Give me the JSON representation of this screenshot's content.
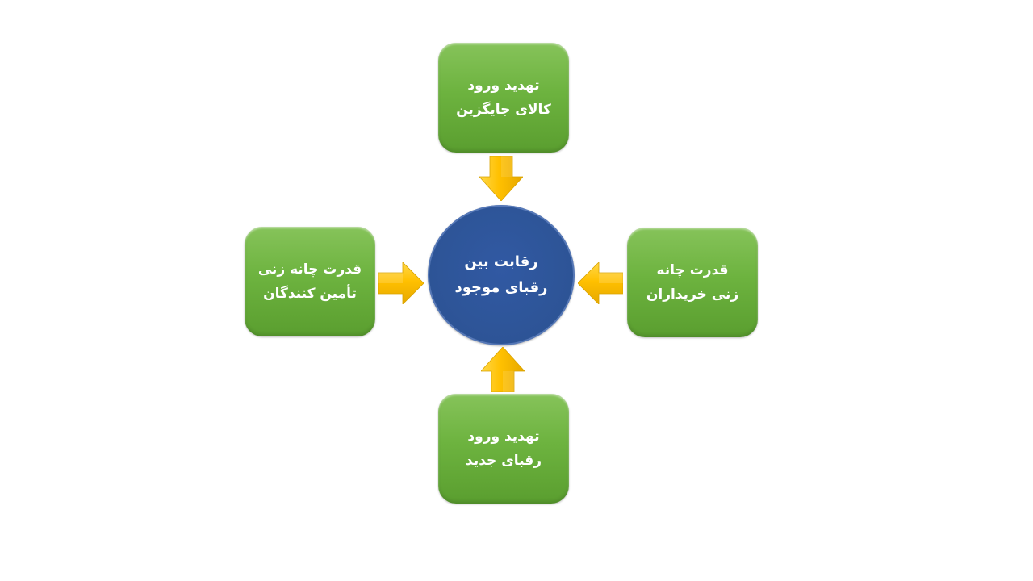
{
  "diagram": {
    "center": {
      "line1": "رقابت بین",
      "line2": "رقبای موجود",
      "color": "#2d5496"
    },
    "top": {
      "line1": "تهدید ورود",
      "line2": "کالای جایگزین"
    },
    "left": {
      "line1": "قدرت چانه زنی",
      "line2": "تأمین کنندگان"
    },
    "right": {
      "line1": "قدرت چانه",
      "line2": "زنی خریداران"
    },
    "bottom": {
      "line1": "تهدید ورود",
      "line2": "رقبای جدید"
    },
    "box_color": "#6db33f",
    "arrow_color": "#ffc000",
    "arrow_icon": "block-arrow-icon"
  }
}
